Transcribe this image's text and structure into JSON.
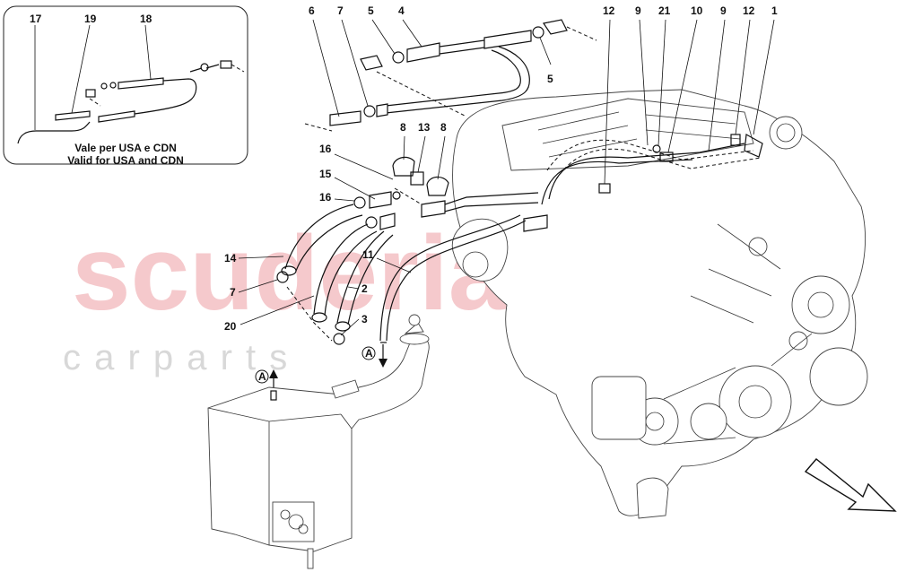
{
  "watermark": {
    "brand": "scuderia",
    "tagline": "c a r   p a r t s"
  },
  "inset": {
    "note_it": "Vale per USA e CDN",
    "note_en": "Valid for USA and CDN",
    "callouts": [
      "17",
      "19",
      "18"
    ]
  },
  "callouts": [
    "6",
    "7",
    "5",
    "4",
    "5",
    "12",
    "9",
    "21",
    "10",
    "9",
    "12",
    "1",
    "8",
    "13",
    "8",
    "16",
    "15",
    "16",
    "11",
    "14",
    "7",
    "2",
    "20",
    "3"
  ],
  "markers": [
    "A",
    "A"
  ],
  "icons": {
    "direction_arrow": "front-direction-arrow",
    "flow_arrow": "down-arrow"
  }
}
